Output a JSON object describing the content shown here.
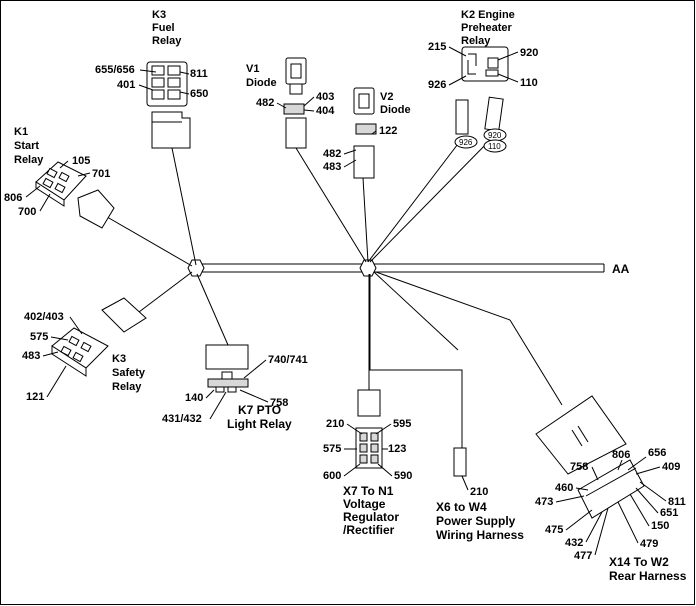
{
  "components": {
    "k3_fuel": {
      "title": [
        "K3",
        "Fuel",
        "Relay"
      ],
      "pins": [
        "655/656",
        "401",
        "811",
        "650"
      ]
    },
    "k1_start": {
      "title": [
        "K1",
        "Start",
        "Relay"
      ],
      "pins": [
        "105",
        "701",
        "806",
        "700"
      ]
    },
    "v1_diode": {
      "title": [
        "V1",
        "Diode"
      ],
      "pins": [
        "403",
        "482",
        "404"
      ]
    },
    "v2_diode": {
      "title": [
        "V2",
        "Diode"
      ],
      "pins": [
        "122",
        "482",
        "483"
      ]
    },
    "k2_preheater": {
      "title": [
        "K2 Engine",
        "Preheater",
        "Relay"
      ],
      "pins": [
        "215",
        "920",
        "926",
        "110"
      ]
    },
    "k2_tags": [
      "926",
      "920",
      "110"
    ],
    "aa_label": "AA",
    "k3_safety": {
      "title": [
        "K3",
        "Safety",
        "Relay"
      ],
      "pins": [
        "402/403",
        "575",
        "483",
        "121"
      ]
    },
    "k7_pto": {
      "title": [
        "K7 PTO",
        "Light Relay"
      ],
      "pins": [
        "740/741",
        "140",
        "758",
        "431/432"
      ]
    },
    "x7": {
      "title": [
        "X7 To N1",
        "Voltage",
        "Regulator",
        "/Rectifier"
      ],
      "pins": [
        "210",
        "595",
        "575",
        "123",
        "600",
        "590"
      ]
    },
    "x6": {
      "title": [
        "X6 to W4",
        "Power Supply",
        "Wiring Harness"
      ],
      "pins": [
        "210"
      ]
    },
    "x14": {
      "title": [
        "X14 To W2",
        "Rear Harness"
      ],
      "pins": [
        "806",
        "656",
        "409",
        "758",
        "460",
        "473",
        "811",
        "651",
        "150",
        "475",
        "479",
        "432",
        "477"
      ]
    }
  }
}
